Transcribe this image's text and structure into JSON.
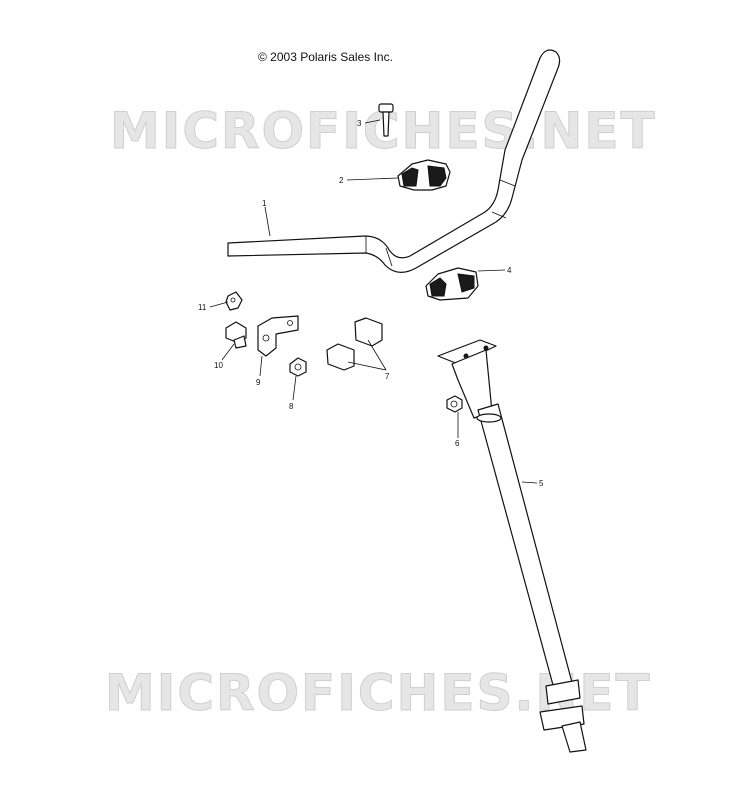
{
  "copyright": "© 2003 Polaris Sales Inc.",
  "watermark": "MICROFICHES.NET",
  "callouts": [
    "1",
    "2",
    "3",
    "4",
    "5",
    "6",
    "7",
    "8",
    "9",
    "10",
    "11"
  ]
}
